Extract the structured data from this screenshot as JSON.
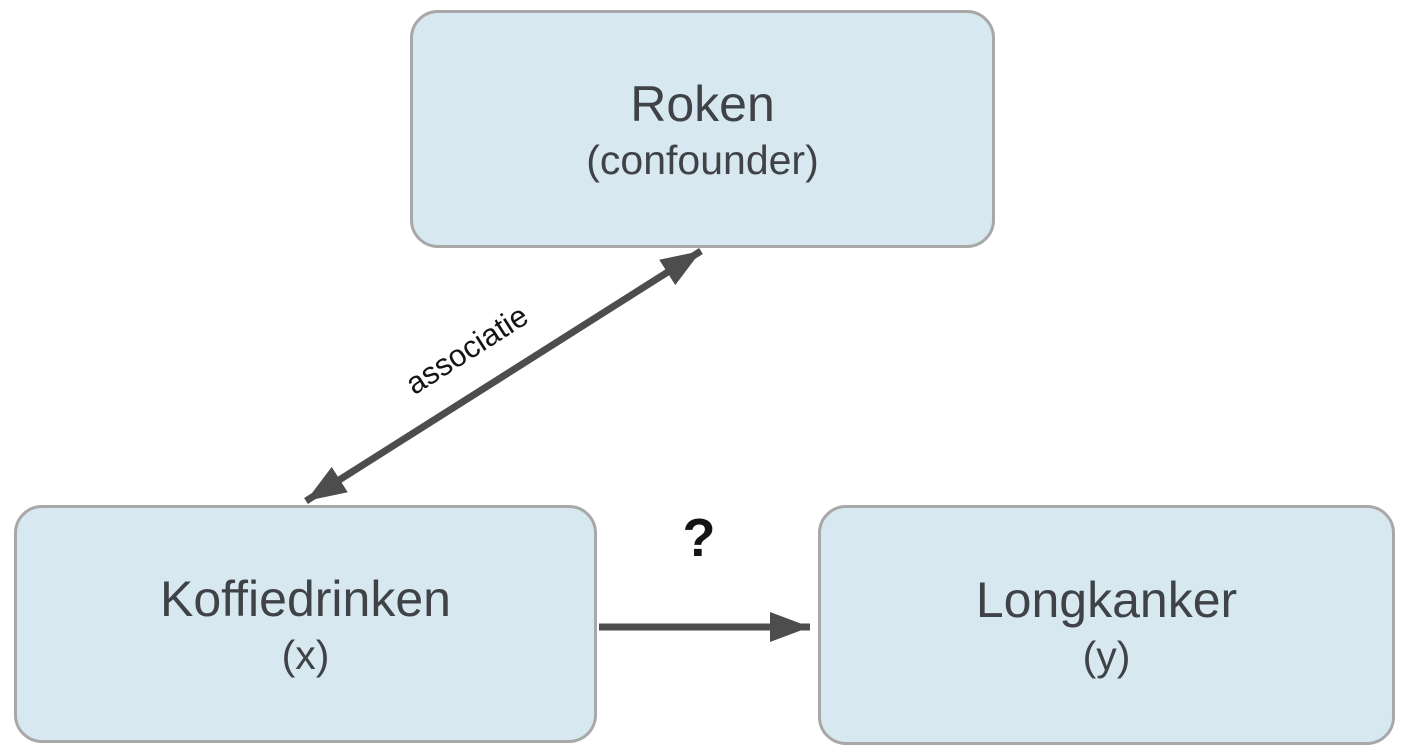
{
  "diagram": {
    "type": "causal-dag",
    "colors": {
      "background": "#ffffff",
      "node_fill": "#d8e8f1",
      "node_border": "#a8a8a8",
      "node_text": "#3f4347",
      "arrow": "#4d4d4d",
      "edge_label_text": "#141414"
    },
    "nodes": {
      "confounder": {
        "title": "Roken",
        "subtitle": "(confounder)"
      },
      "exposure": {
        "title": "Koffiedrinken",
        "subtitle": "(x)"
      },
      "outcome": {
        "title": "Longkanker",
        "subtitle": "(y)"
      }
    },
    "edges": {
      "association": {
        "from": "exposure",
        "to": "confounder",
        "label": "associatie",
        "style": "double-headed-arrow"
      },
      "causal_question": {
        "from": "exposure",
        "to": "outcome",
        "label": "?",
        "style": "single-headed-arrow"
      }
    }
  }
}
